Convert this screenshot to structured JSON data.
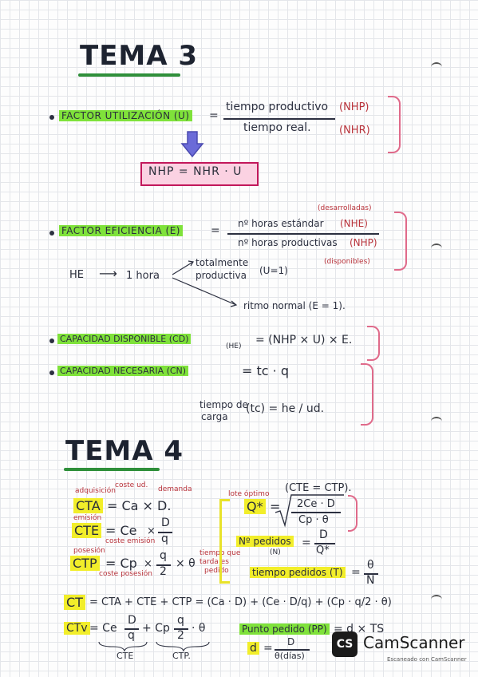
{
  "tema3": {
    "title": "TEMA 3",
    "fu_label": "FACTOR UTILIZACIÓN (U)",
    "fu_eq": "=",
    "fu_num": "tiempo productivo",
    "fu_num_abbr": "(NHP)",
    "fu_den": "tiempo real.",
    "fu_den_abbr": "(NHR)",
    "formula_box": "NHP = NHR · U",
    "fe_label": "FACTOR EFICIENCIA (E)",
    "fe_eq": "=",
    "fe_note_top": "(desarrolladas)",
    "fe_num": "nº horas estándar",
    "fe_num_abbr": "(NHE)",
    "fe_den": "nº horas productivas",
    "fe_den_abbr": "(NHP)",
    "fe_note_bottom": "(disponibles)",
    "he_label": "HE",
    "he_arrow": "⟶",
    "he_one_hour": "1 hora",
    "he_branch1_a": "totalmente",
    "he_branch1_b": "productiva",
    "he_branch1_c": "(U=1)",
    "he_branch2": "ritmo normal (E = 1).",
    "cd_label": "CAPACIDAD DISPONIBLE (CD)",
    "cd_sub": "(HE)",
    "cd_formula": "= (NHP × U) × E.",
    "cn_label": "CAPACIDAD NECESARIA (CN)",
    "cn_formula": "= tc · q",
    "tc_label_a": "tiempo de",
    "tc_label_b": "carga",
    "tc_formula": "(tc) = he / ud."
  },
  "tema4": {
    "title": "TEMA 4",
    "note_adq": "adquisición",
    "note_coste_ud": "coste ud.",
    "note_demanda": "demanda",
    "cta_label": "CTA",
    "cta_formula": "= Ca × D.",
    "note_emision": "emisión",
    "cte_label": "CTE",
    "cte_formula_a": "= Ce",
    "cte_formula_x": "×",
    "cte_frac_num": "D",
    "cte_frac_den": "q",
    "note_coste_emision": "coste emisión",
    "note_posesion": "posesión",
    "ctp_label": "CTP",
    "ctp_formula_a": "= Cp",
    "ctp_x1": "×",
    "ctp_frac_num": "q",
    "ctp_frac_den": "2",
    "ctp_formula_b": "× θ",
    "note_coste_posesion": "coste posesión",
    "note_tiempo_a": "tiempo que",
    "note_tiempo_b": "tarda es",
    "note_tiempo_c": "pedido",
    "note_lote": "lote óptimo",
    "note_cte_ctp": "(CTE = CTP).",
    "q_label": "Q*",
    "q_eq": "=",
    "q_frac_num": "2Ce · D",
    "q_frac_den": "Cp · θ",
    "np_label": "Nº pedidos",
    "np_sub": "(N)",
    "np_eq": "=",
    "np_frac_num": "D",
    "np_frac_den": "Q*",
    "tp_label": "tiempo pedidos (T)",
    "tp_eq": "=",
    "tp_frac_num": "θ",
    "tp_frac_den": "N",
    "ct_label": "CT",
    "ct_formula": "= CTA + CTE + CTP = (Ca · D) + (Ce · D/q) + (Cp · q/2 · θ)",
    "ctv_label": "CTv",
    "ctv_eq": "= Ce",
    "ctv_frac1_num": "D",
    "ctv_frac1_den": "q",
    "ctv_plus": "+ Cp",
    "ctv_frac2_num": "q",
    "ctv_frac2_den": "2",
    "ctv_end": "· θ",
    "ctv_brace1": "CTE",
    "ctv_brace2": "CTP.",
    "pp_label": "Punto pedido (PP)",
    "pp_formula": "= d × TS",
    "d_label": "d",
    "d_eq": "=",
    "d_frac_num": "D",
    "d_frac_den": "θ(días)"
  },
  "watermark": {
    "logo": "CS",
    "brand": "CamScanner",
    "sub": "Escaneado con CamScanner"
  }
}
